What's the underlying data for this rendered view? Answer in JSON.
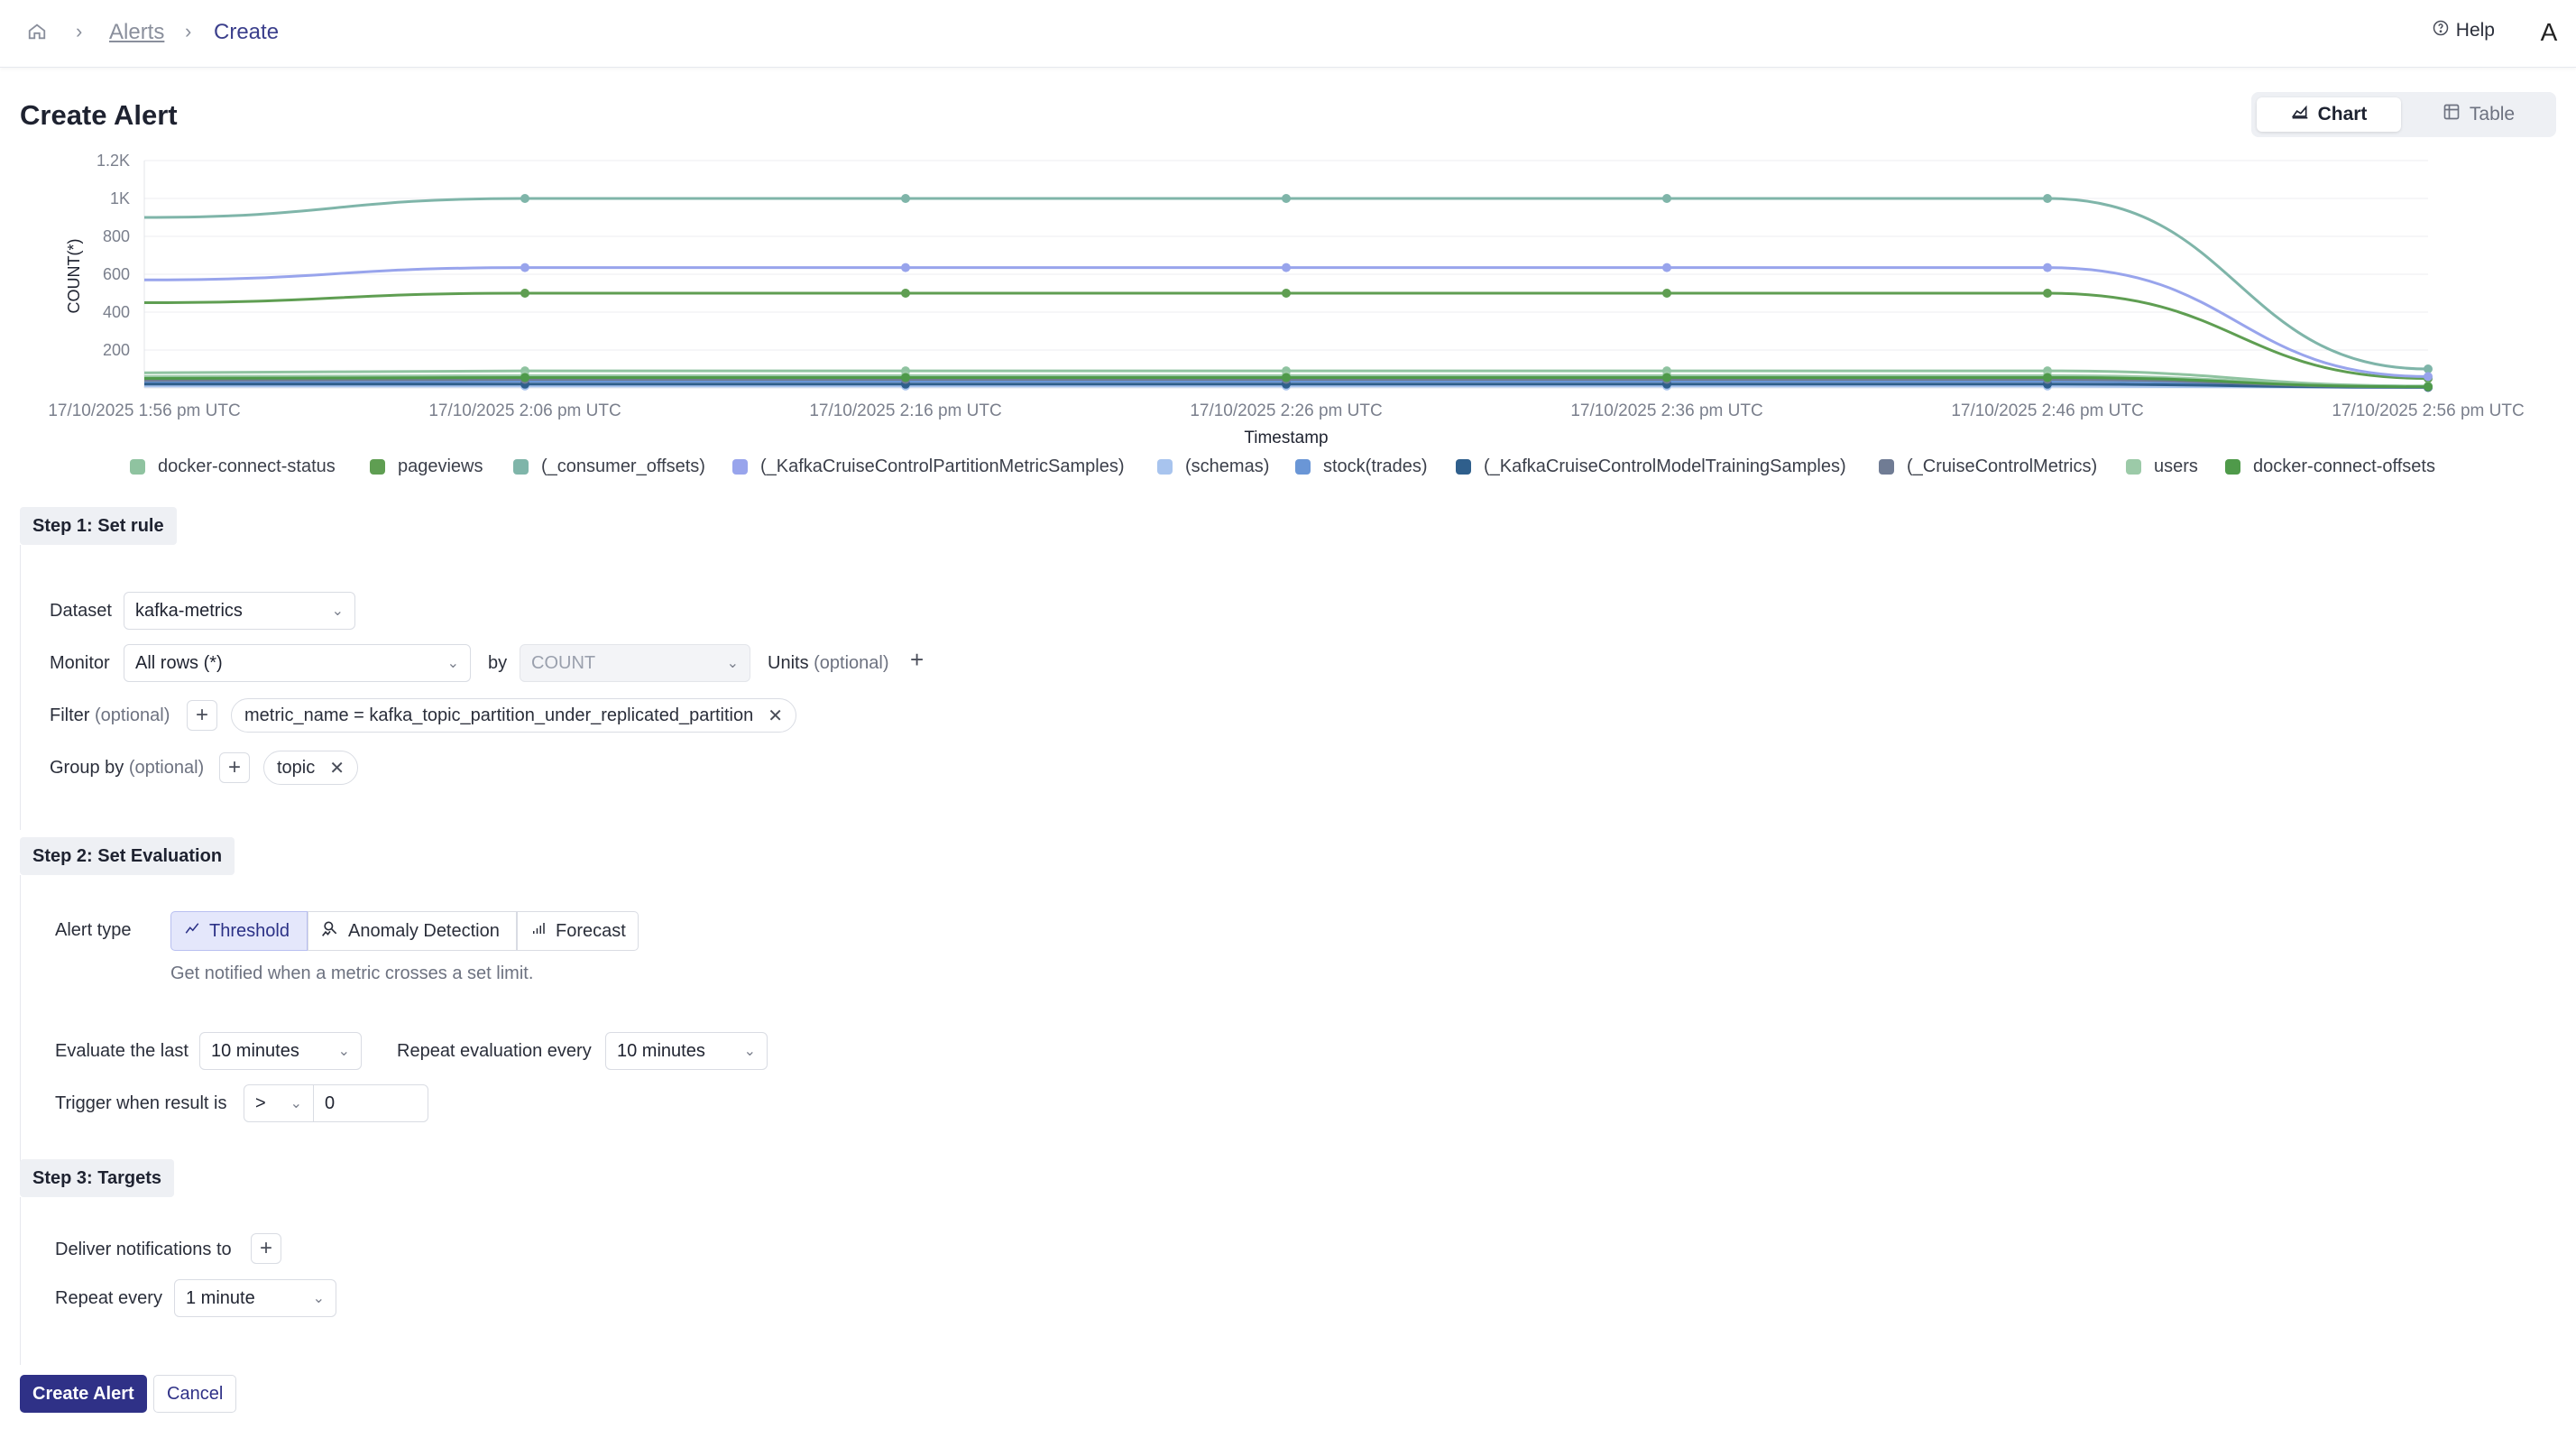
{
  "breadcrumb": {
    "parent": "Alerts",
    "current": "Create"
  },
  "header": {
    "help_label": "Help",
    "avatar_letter": "A"
  },
  "page": {
    "title": "Create Alert"
  },
  "view_toggle": {
    "chart_label": "Chart",
    "table_label": "Table",
    "selected": "Chart"
  },
  "chart_data": {
    "type": "line",
    "ylabel": "COUNT(*)",
    "xlabel": "Timestamp",
    "y_ticks": [
      "200",
      "400",
      "600",
      "800",
      "1K",
      "1.2K"
    ],
    "y_tick_values": [
      200,
      400,
      600,
      800,
      1000,
      1200
    ],
    "ylim": [
      0,
      1200
    ],
    "x": [
      "17/10/2025 1:56 pm UTC",
      "17/10/2025 2:06 pm UTC",
      "17/10/2025 2:16 pm UTC",
      "17/10/2025 2:26 pm UTC",
      "17/10/2025 2:36 pm UTC",
      "17/10/2025 2:46 pm UTC",
      "17/10/2025 2:56 pm UTC"
    ],
    "grid": true,
    "legend_position": "bottom",
    "series": [
      {
        "name": "docker-connect-status",
        "color": "#8fc3a0",
        "values": [
          80,
          90,
          90,
          90,
          90,
          90,
          10
        ]
      },
      {
        "name": "pageviews",
        "color": "#5f9e52",
        "values": [
          450,
          500,
          500,
          500,
          500,
          500,
          50
        ]
      },
      {
        "name": "(_consumer_offsets)",
        "color": "#7fb5a9",
        "values": [
          900,
          1000,
          1000,
          1000,
          1000,
          1000,
          100
        ]
      },
      {
        "name": "(_KafkaCruiseControlPartitionMetricSamples)",
        "color": "#98a4ec",
        "values": [
          570,
          635,
          635,
          635,
          635,
          635,
          60
        ]
      },
      {
        "name": "(schemas)",
        "color": "#a8c4ee",
        "values": [
          10,
          10,
          10,
          10,
          10,
          10,
          2
        ]
      },
      {
        "name": "stock(trades)",
        "color": "#6a96d6",
        "values": [
          30,
          35,
          35,
          35,
          35,
          35,
          5
        ]
      },
      {
        "name": "(_KafkaCruiseControlModelTrainingSamples)",
        "color": "#2f5f8c",
        "values": [
          20,
          20,
          20,
          20,
          20,
          20,
          3
        ]
      },
      {
        "name": "(_CruiseControlMetrics)",
        "color": "#707c94",
        "values": [
          40,
          45,
          45,
          45,
          45,
          45,
          5
        ]
      },
      {
        "name": "users",
        "color": "#9ccaa8",
        "values": [
          60,
          65,
          65,
          65,
          65,
          65,
          8
        ]
      },
      {
        "name": "docker-connect-offsets",
        "color": "#4f9a4a",
        "values": [
          50,
          55,
          55,
          55,
          55,
          55,
          6
        ]
      }
    ]
  },
  "step1": {
    "label": "Step 1: Set rule",
    "dataset_label": "Dataset",
    "dataset_value": "kafka-metrics",
    "monitor_label": "Monitor",
    "monitor_value": "All rows (*)",
    "by_label": "by",
    "aggregate_value": "COUNT",
    "units_label": "Units",
    "optional": "(optional)",
    "filter_label": "Filter",
    "filter_chip": "metric_name = kafka_topic_partition_under_replicated_partition",
    "groupby_label": "Group by",
    "groupby_chip": "topic"
  },
  "step2": {
    "label": "Step 2: Set Evaluation",
    "alert_type_label": "Alert type",
    "types": [
      "Threshold",
      "Anomaly Detection",
      "Forecast"
    ],
    "selected_type": "Threshold",
    "hint": "Get notified when a metric crosses a set limit.",
    "evaluate_label": "Evaluate the last",
    "evaluate_value": "10 minutes",
    "repeat_eval_label": "Repeat evaluation every",
    "repeat_eval_value": "10 minutes",
    "trigger_label": "Trigger when result is",
    "operator_value": ">",
    "threshold_value": "0"
  },
  "step3": {
    "label": "Step 3: Targets",
    "deliver_label": "Deliver notifications to",
    "repeat_label": "Repeat every",
    "repeat_value": "1 minute"
  },
  "actions": {
    "create_label": "Create Alert",
    "cancel_label": "Cancel"
  }
}
